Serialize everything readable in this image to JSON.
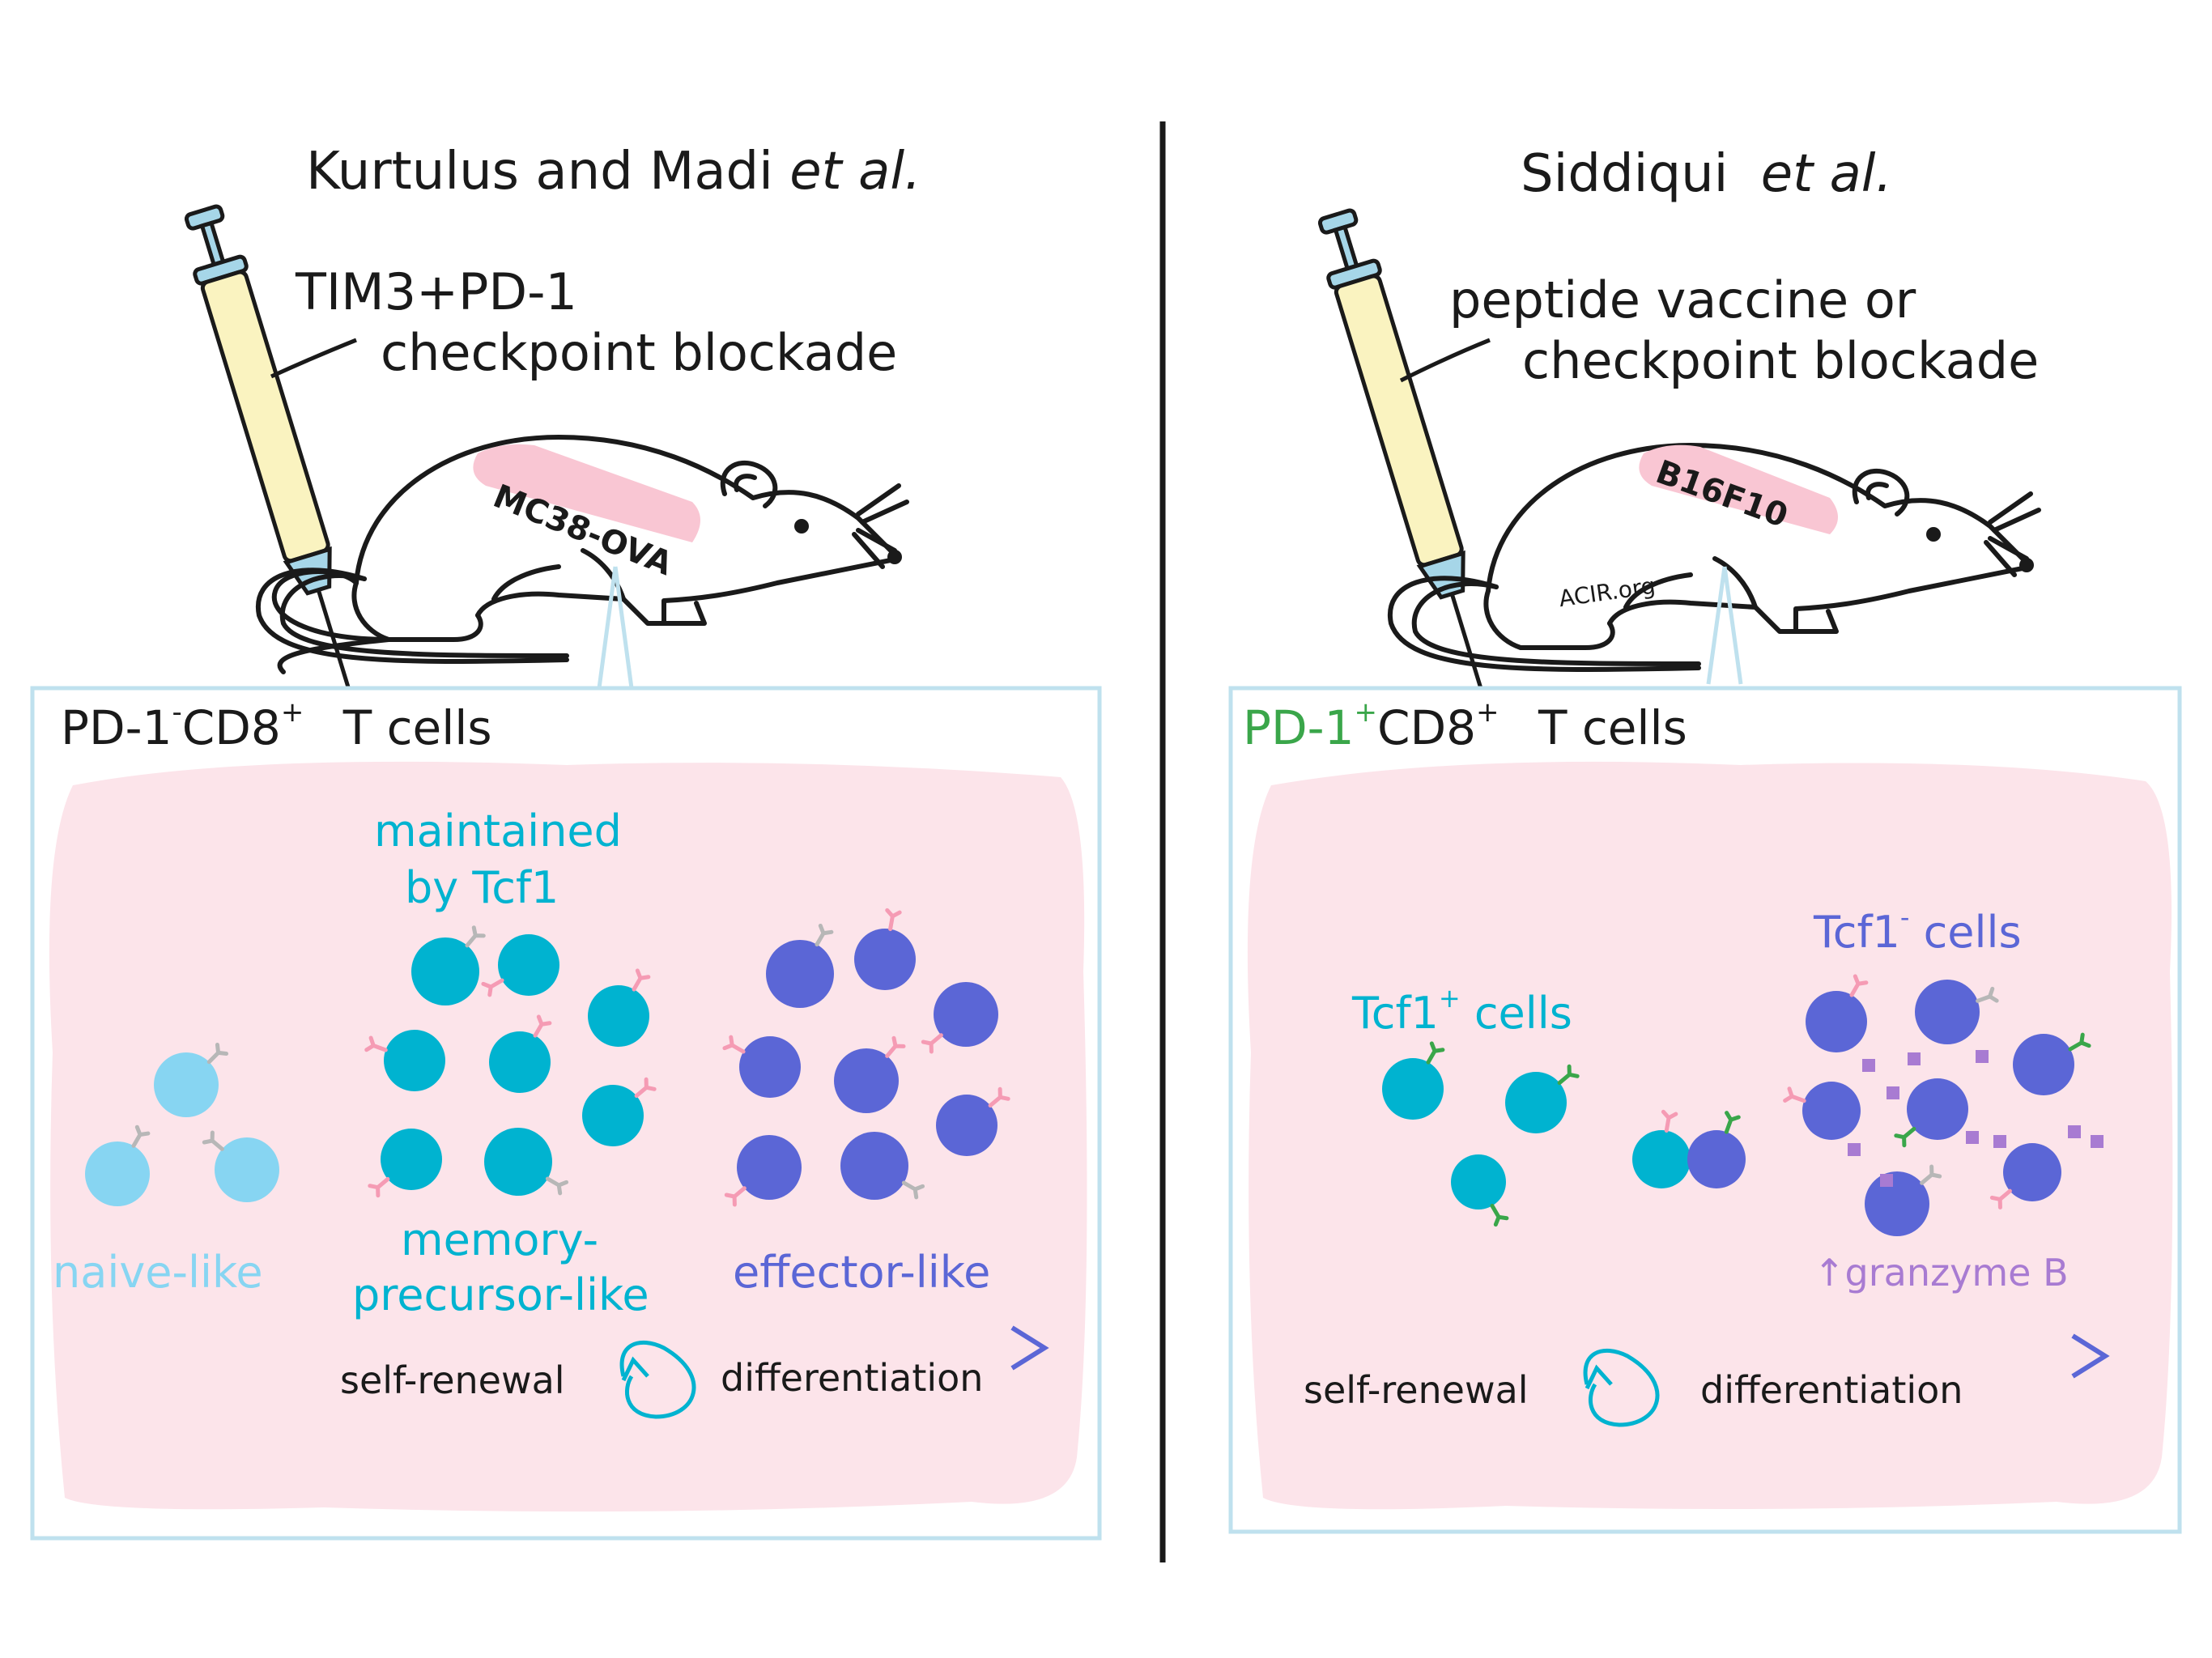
{
  "left_panel": {
    "study_title_main": "Kurtulus and Madi",
    "study_title_etal": "et al.",
    "injection_line1": "TIM3+PD-1",
    "injection_line2": "checkpoint blockade",
    "tumor": "MC38-OVA",
    "box_header_pre": "PD-1",
    "box_header_sup1": "-",
    "box_header_mid": "CD8",
    "box_header_sup2": "+",
    "box_header_post": "T cells",
    "maintained_line1": "maintained",
    "maintained_line2": "by Tcf1",
    "label_naive": "naive-like",
    "label_memory_line1": "memory-",
    "label_memory_line2": "precursor-like",
    "label_effector": "effector-like",
    "axis_self_renewal": "self-renewal",
    "axis_differentiation": "differentiation"
  },
  "right_panel": {
    "study_title_main": "Siddiqui",
    "study_title_etal": "et al.",
    "injection_line1": "peptide vaccine or",
    "injection_line2": "checkpoint blockade",
    "tumor": "B16F10",
    "watermark": "ACIR.org",
    "box_header_pre": "PD-1",
    "box_header_sup1": "+",
    "box_header_mid": "CD8",
    "box_header_sup2": "+",
    "box_header_post": "T cells",
    "label_tcf1_pos": "Tcf1",
    "label_tcf1_pos_sup": "+",
    "label_tcf1_pos_post": "cells",
    "label_tcf1_neg": "Tcf1",
    "label_tcf1_neg_sup": "-",
    "label_tcf1_neg_post": "cells",
    "label_granzyme_arrow": "↑",
    "label_granzyme": "granzyme B",
    "axis_self_renewal": "self-renewal",
    "axis_differentiation": "differentiation"
  },
  "colors": {
    "naive": "#87d5f2",
    "memory": "#00b3d0",
    "effector": "#5b66d6",
    "panel_bg": "#fce4ea",
    "box_border": "#bfe1ee",
    "tumor_tag": "#f9c6d3",
    "granzyme": "#a87bd2",
    "receptor_pink": "#f59bb4",
    "receptor_grey": "#b7b7b7",
    "receptor_green": "#3aa64a"
  }
}
